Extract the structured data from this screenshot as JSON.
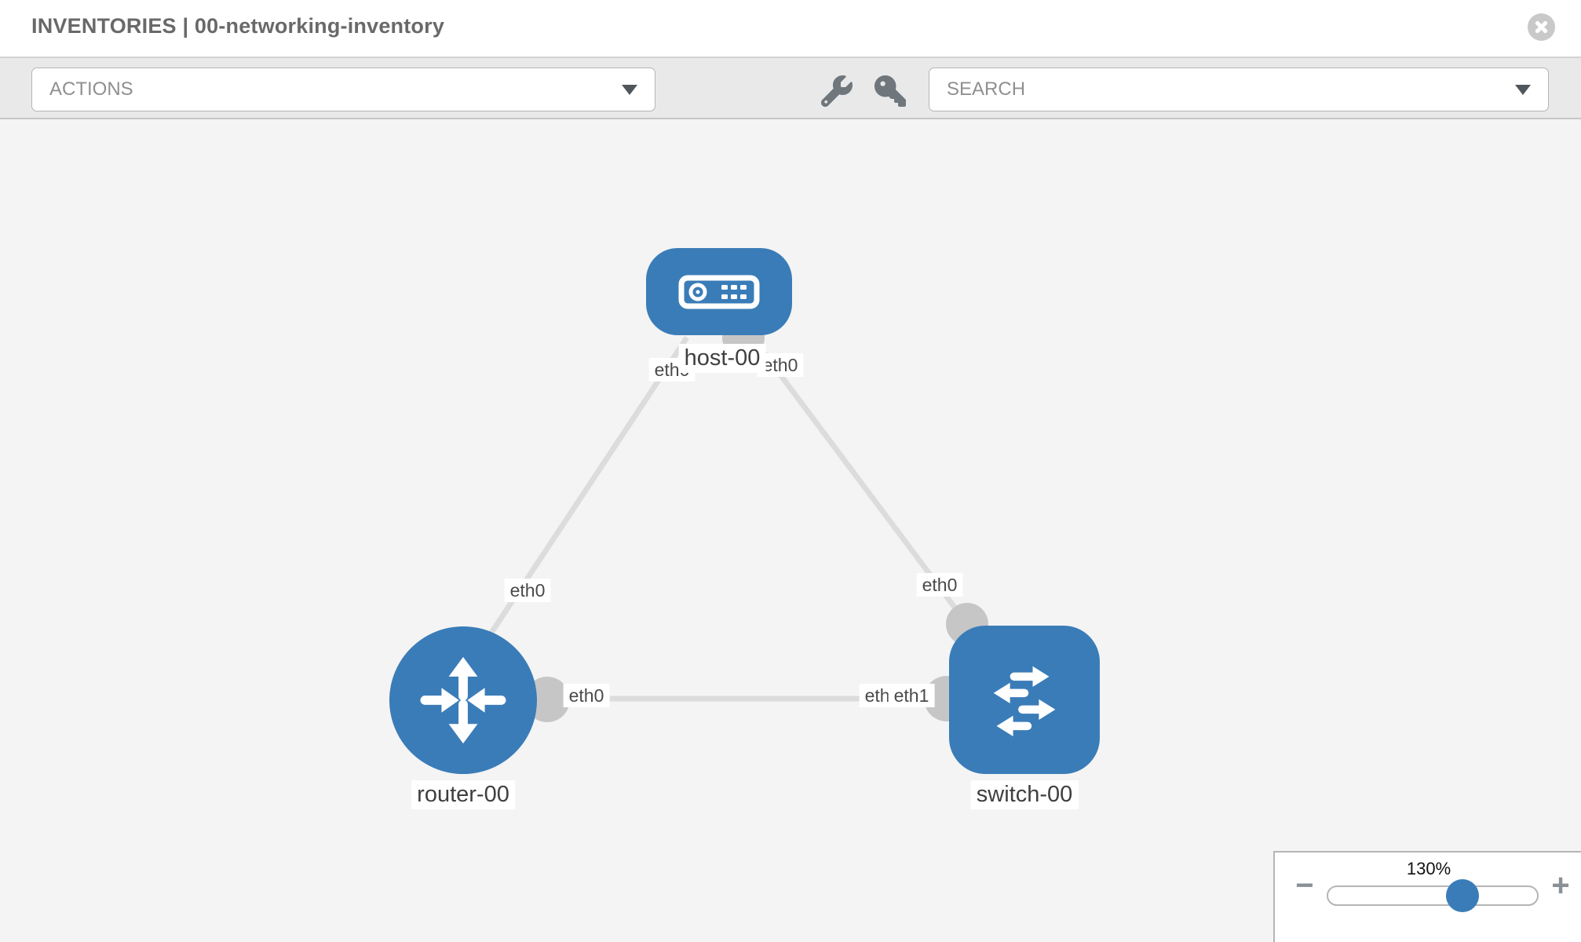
{
  "header": {
    "title": "INVENTORIES | 00-networking-inventory"
  },
  "toolbar": {
    "actions": {
      "label": "ACTIONS"
    },
    "search": {
      "label": "SEARCH"
    },
    "tools": [
      {
        "icon": "wrench"
      },
      {
        "icon": "key"
      }
    ]
  },
  "colors": {
    "node_blue": "#3a7cb8",
    "link_gray": "#dcdcdc",
    "endpoint_gray": "#c6c6c6"
  },
  "topology": {
    "nodes": [
      {
        "name": "host-00",
        "type": "host"
      },
      {
        "name": "router-00",
        "type": "router"
      },
      {
        "name": "switch-00",
        "type": "switch"
      }
    ],
    "links": [
      {
        "from": "host-00",
        "from_iface": "eth0",
        "to": "router-00",
        "to_iface": "eth0"
      },
      {
        "from": "host-00",
        "from_iface": "eth0",
        "to": "switch-00",
        "to_iface": "eth0"
      },
      {
        "from": "router-00",
        "from_iface": "eth0",
        "to": "switch-00",
        "to_iface": "eth1"
      }
    ]
  },
  "zoom": {
    "level": "130%",
    "minus": "−",
    "plus": "+"
  }
}
